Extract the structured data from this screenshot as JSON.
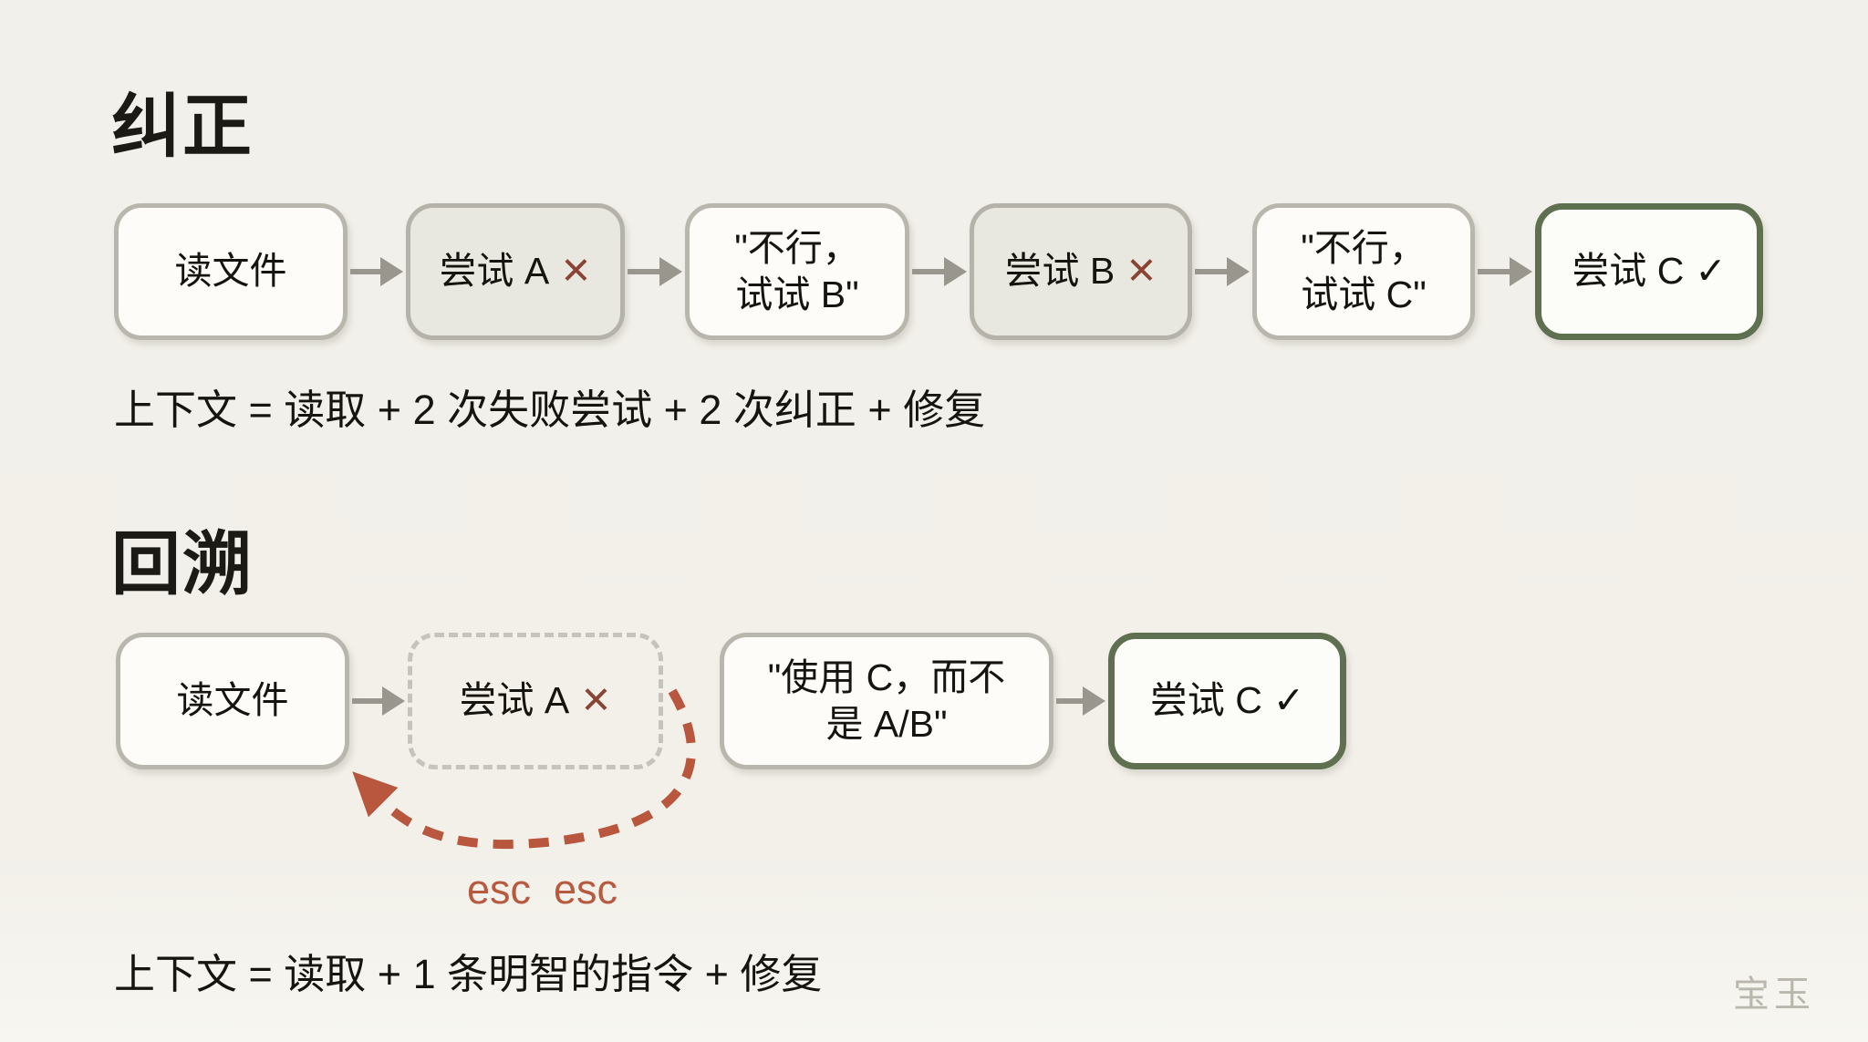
{
  "page": {
    "background": "#f2f0ea",
    "watermark": "宝玉"
  },
  "colors": {
    "box_border": "#b9b7ad",
    "box_fill": "#fdfcf8",
    "fail_fill": "#e9e8e0",
    "success_border": "#5e7050",
    "fail_mark": "#8a4434",
    "success_mark": "#16150f",
    "flow_arrow": "#98968d",
    "backtrack_arrow": "#b8573d",
    "title_text": "#1b1a15",
    "watermark_text": "#bab7ad"
  },
  "sections": [
    {
      "title": "纠正",
      "caption": "上下文 = 读取 + 2 次失败尝试 + 2 次纠正 + 修复",
      "nodes": [
        {
          "label": "读文件",
          "type": "normal"
        },
        {
          "label": "尝试 A",
          "mark": "✕",
          "type": "fail"
        },
        {
          "lines": [
            "\"不行，",
            "试试 B\""
          ],
          "type": "normal"
        },
        {
          "label": "尝试 B",
          "mark": "✕",
          "type": "fail"
        },
        {
          "lines": [
            "\"不行，",
            "试试 C\""
          ],
          "type": "normal"
        },
        {
          "label": "尝试 C",
          "mark": "✓",
          "type": "success"
        }
      ]
    },
    {
      "title": "回溯",
      "caption": "上下文 = 读取 + 1 条明智的指令 + 修复",
      "esc_label": "esc  esc",
      "nodes": [
        {
          "label": "读文件",
          "type": "normal"
        },
        {
          "label": "尝试 A",
          "mark": "✕",
          "type": "ghost"
        },
        {
          "lines": [
            "\"使用 C，而不",
            "是 A/B\""
          ],
          "type": "normal"
        },
        {
          "label": "尝试 C",
          "mark": "✓",
          "type": "success"
        }
      ]
    }
  ]
}
